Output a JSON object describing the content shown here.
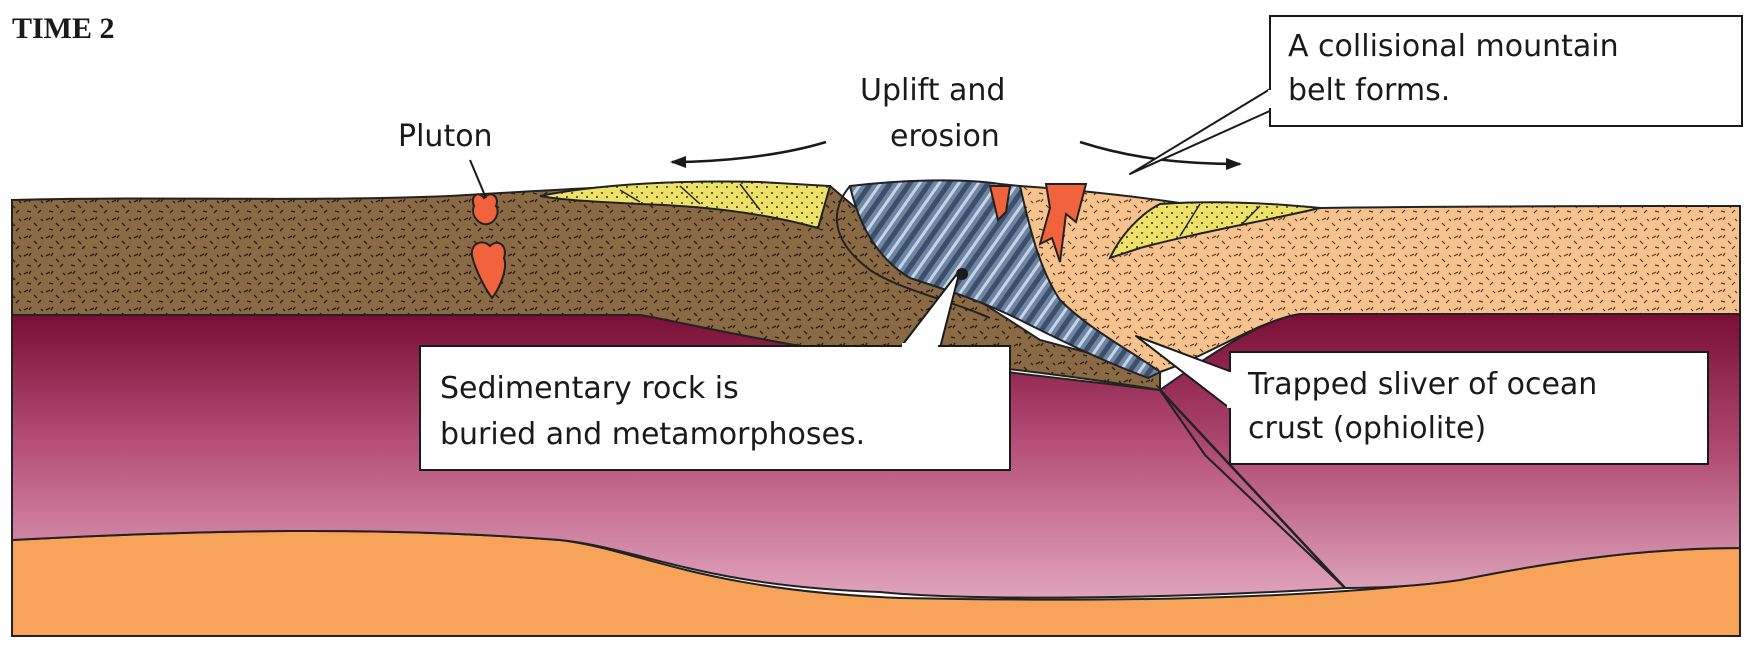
{
  "figure": {
    "title": "TIME 2",
    "labels": {
      "pluton": "Pluton",
      "uplift_line1": "Uplift and",
      "uplift_line2": "erosion",
      "mountain_line1": "A collisional mountain",
      "mountain_line2": "belt forms.",
      "sedimentary_line1": "Sedimentary rock is",
      "sedimentary_line2": "buried and metamorphoses.",
      "ophiolite_line1": "Trapped sliver of ocean",
      "ophiolite_line2": "crust (ophiolite)"
    }
  },
  "colors": {
    "sediment_brown": "#8a6a44",
    "continental_peach": "#f6c38f",
    "yellow_sediment": "#eee167",
    "lithosphere_maroon": "#7a0e34",
    "lithosphere_pink": "#e0a3bc",
    "asthenosphere_orange": "#f7a35a",
    "pluton_red": "#f0633c",
    "ophiolite_blue": "#6d86a6"
  }
}
